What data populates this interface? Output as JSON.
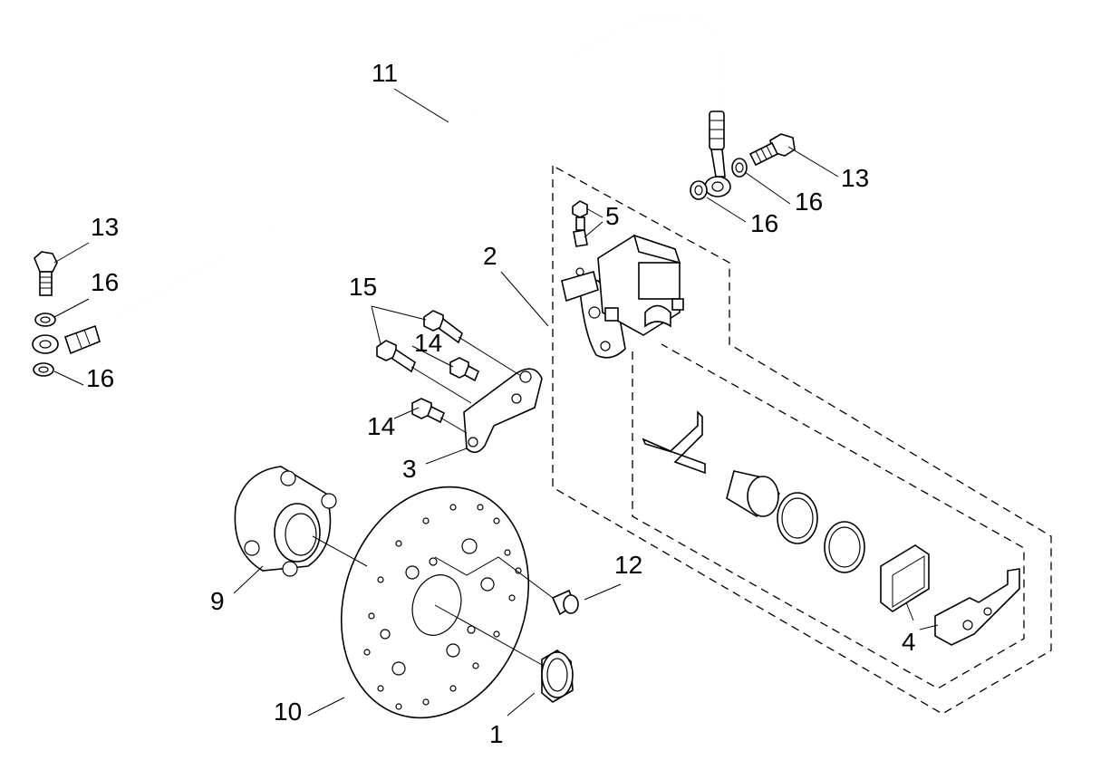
{
  "callouts": [
    {
      "id": "c1",
      "text": "1"
    },
    {
      "id": "c2",
      "text": "2"
    },
    {
      "id": "c3",
      "text": "3"
    },
    {
      "id": "c4",
      "text": "4"
    },
    {
      "id": "c5",
      "text": "5"
    },
    {
      "id": "c9",
      "text": "9"
    },
    {
      "id": "c10",
      "text": "10"
    },
    {
      "id": "c11",
      "text": "11"
    },
    {
      "id": "c12",
      "text": "12"
    },
    {
      "id": "c13a",
      "text": "13"
    },
    {
      "id": "c13b",
      "text": "13"
    },
    {
      "id": "c14a",
      "text": "14"
    },
    {
      "id": "c14b",
      "text": "14"
    },
    {
      "id": "c15",
      "text": "15"
    },
    {
      "id": "c16a",
      "text": "16"
    },
    {
      "id": "c16b",
      "text": "16"
    },
    {
      "id": "c16c",
      "text": "16"
    },
    {
      "id": "c16d",
      "text": "16"
    }
  ]
}
